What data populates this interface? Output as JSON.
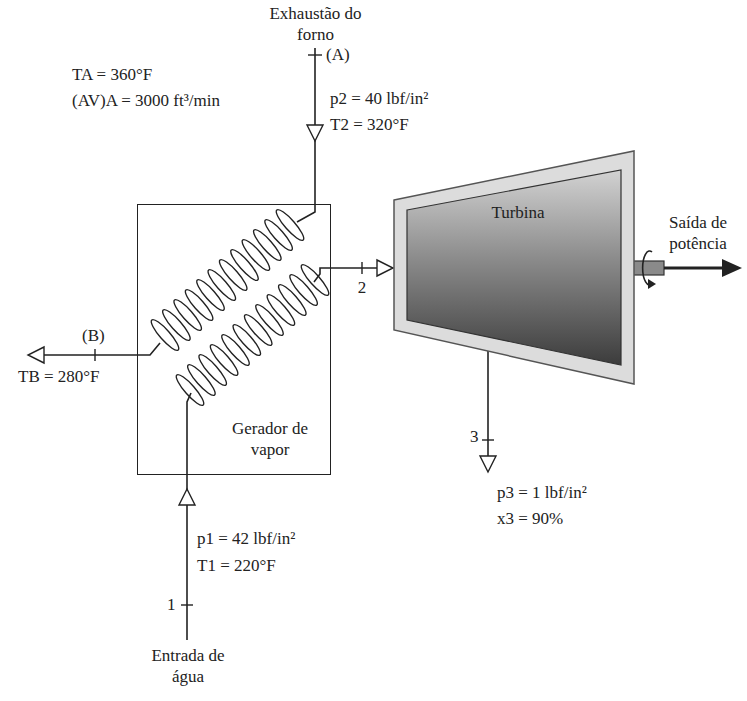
{
  "diagram": {
    "nodes": [
      {
        "text": [
          "Gerador de vapor"
        ]
      },
      {
        "text": [
          "Turbina"
        ]
      }
    ],
    "edges": [
      {
        "from": 0,
        "to": 1,
        "arrow": "to",
        "label": "2"
      }
    ],
    "labels": [
      "Exhaustão do forno",
      "TA = 360°F",
      "(AV)A = 3000 ft³/min",
      "(A)",
      "p2 = 40 lbf/in²",
      "T2 = 320°F",
      "(B)",
      "TB = 280°F",
      "Saída de potência",
      "3",
      "p3 = 1 lbf/in²",
      "x3 = 90%",
      "p1 = 42 lbf/in²",
      "T1 = 220°F",
      "1",
      "Entrada de água"
    ]
  }
}
